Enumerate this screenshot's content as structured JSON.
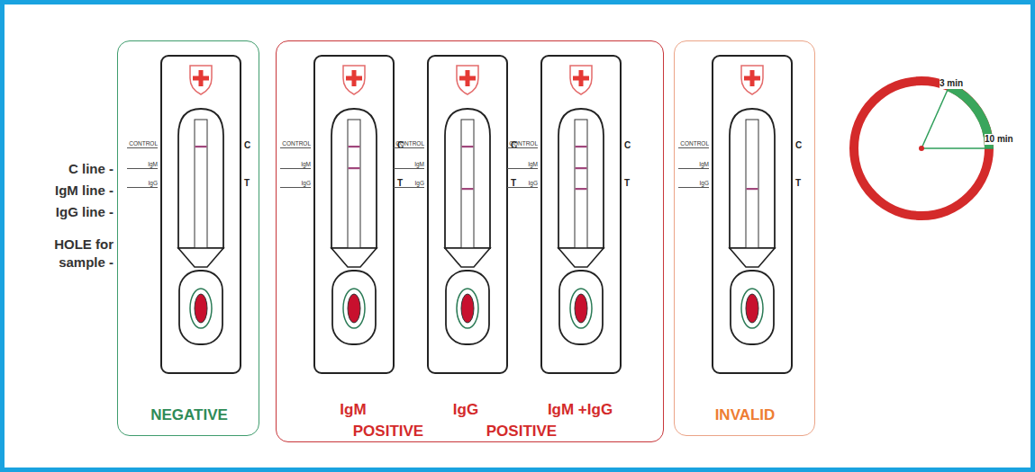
{
  "diagram": {
    "nodes": [
      {
        "text": [
          "NEGATIVE"
        ]
      },
      {
        "text": [
          "CONTROL",
          "IgM",
          "IgG",
          "C",
          "T"
        ],
        "in": 0
      },
      {
        "text": [
          "IgM",
          "IgG",
          "IgM +IgG",
          "POSITIVE",
          "POSITIVE"
        ]
      },
      {
        "text": [
          "CONTROL",
          "IgM",
          "IgG",
          "C",
          "T"
        ],
        "in": 2
      },
      {
        "text": [
          "CONTROL",
          "IgM",
          "IgG",
          "C",
          "T"
        ],
        "in": 2
      },
      {
        "text": [
          "CONTROL",
          "IgM",
          "IgG",
          "C",
          "T"
        ],
        "in": 2
      },
      {
        "text": [
          "INVALID"
        ]
      },
      {
        "text": [
          "CONTROL",
          "IgM",
          "IgG",
          "C",
          "T"
        ],
        "in": 6
      },
      {
        "text": [
          "3 min",
          "10 min"
        ]
      }
    ],
    "labels": [
      "C line -",
      "IgM line -",
      "IgG line -",
      "HOLE for sample -"
    ]
  }
}
